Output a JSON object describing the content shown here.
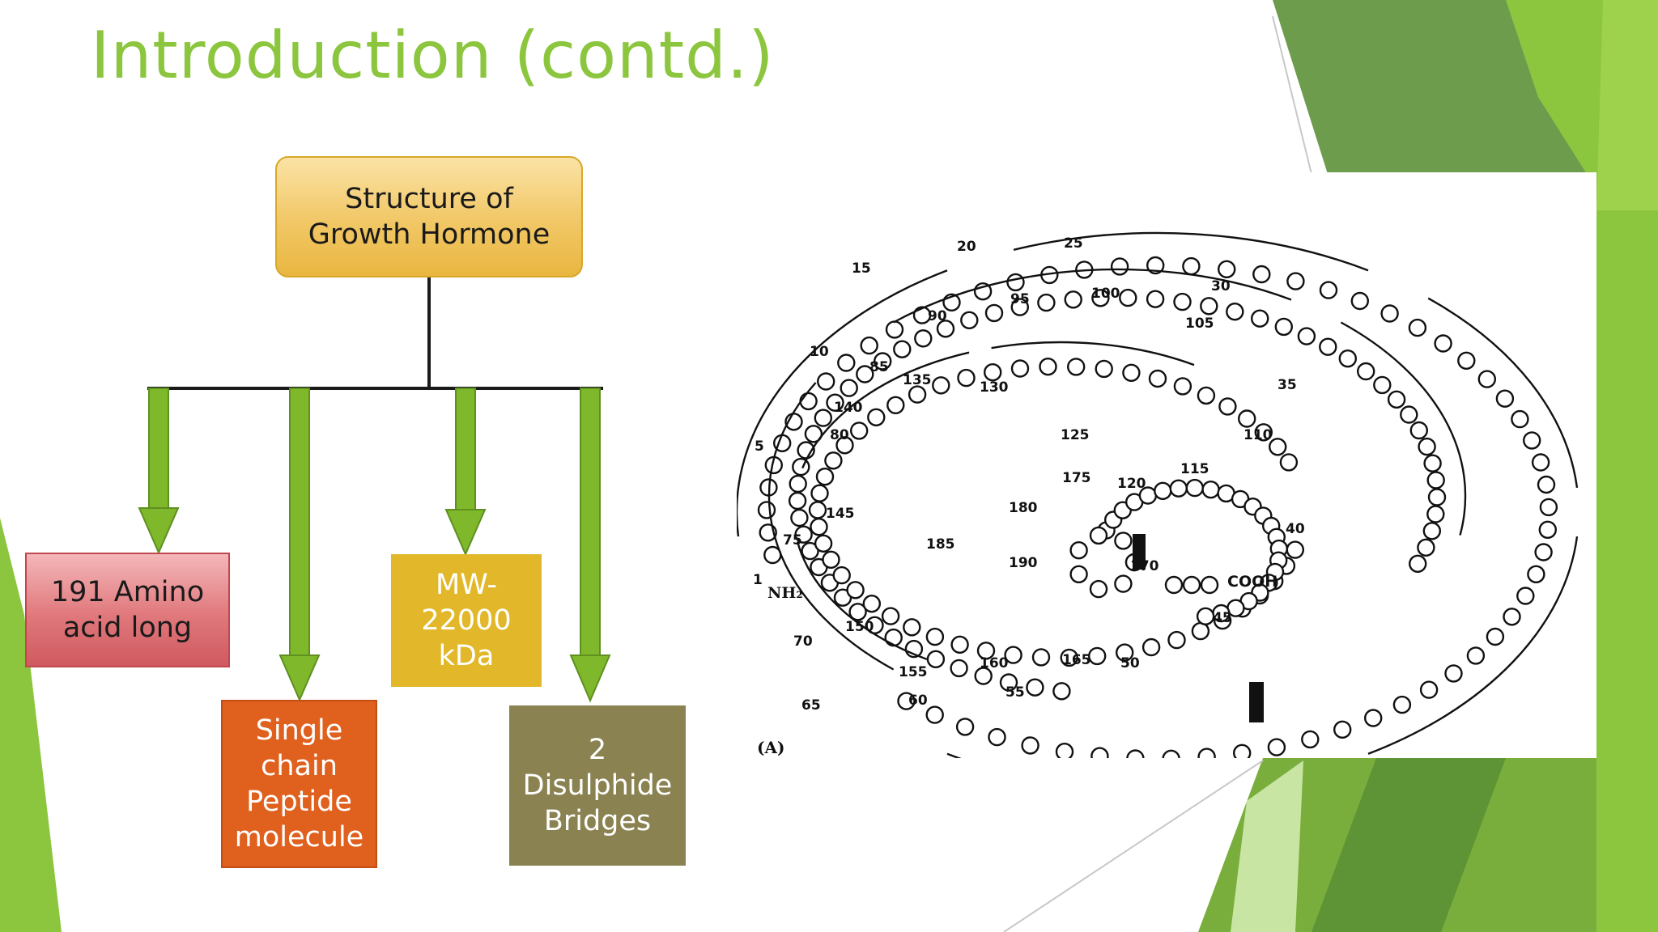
{
  "slide": {
    "title": "Introduction (contd.)"
  },
  "org_chart": {
    "root": "Structure of\nGrowth Hormone",
    "children": [
      {
        "label": "191 Amino\nacid long"
      },
      {
        "label": "Single\nchain\nPeptide\nmolecule"
      },
      {
        "label": "MW-\n22000\nkDa"
      },
      {
        "label": "2\nDisulphide\nBridges"
      }
    ]
  },
  "figure": {
    "panel_label": "(A)",
    "terminus_n": "NH₂",
    "terminus_c": "COOH",
    "residue_labels": [
      "1",
      "5",
      "10",
      "15",
      "20",
      "25",
      "30",
      "35",
      "40",
      "45",
      "50",
      "55",
      "60",
      "65",
      "70",
      "75",
      "80",
      "85",
      "90",
      "95",
      "100",
      "105",
      "110",
      "115",
      "120",
      "125",
      "130",
      "135",
      "140",
      "145",
      "150",
      "155",
      "160",
      "165",
      "170",
      "175",
      "180",
      "185",
      "190"
    ]
  },
  "colors": {
    "title": "#8cc63f",
    "arrow": "#7fb82a",
    "accent_green_dark": "#6d9b47",
    "accent_green_light": "#8cc63f"
  }
}
